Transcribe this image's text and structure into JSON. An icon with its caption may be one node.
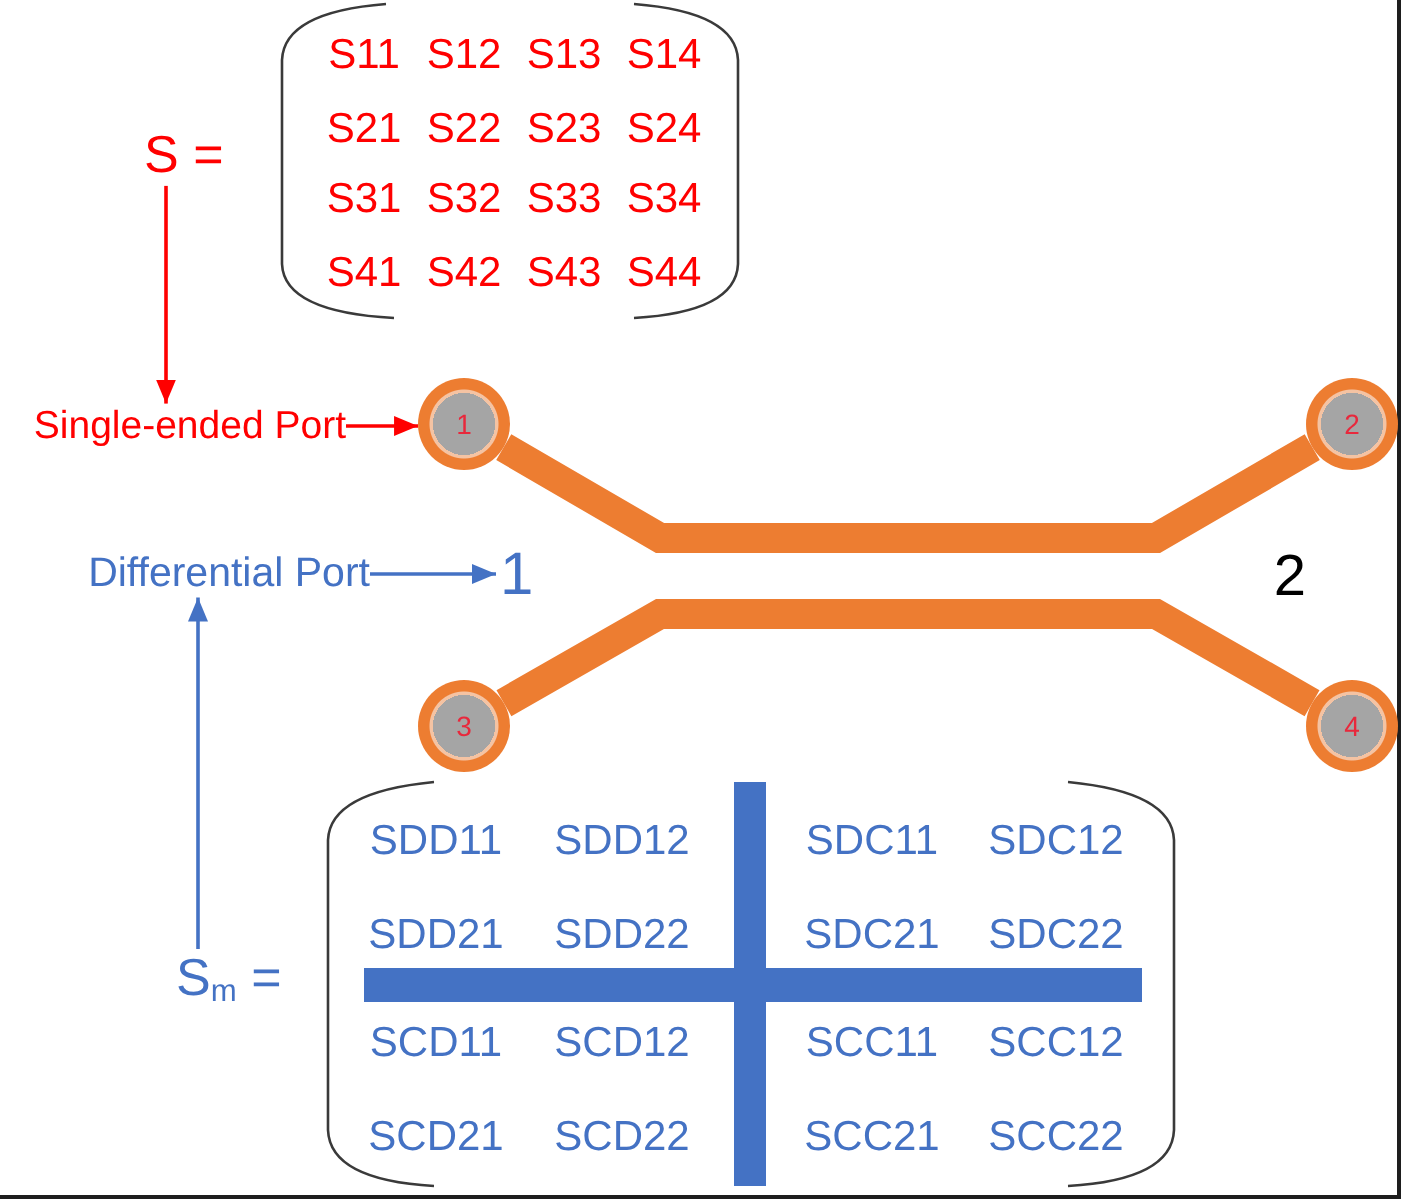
{
  "diagram": {
    "nodes": [
      {
        "text": [
          "S ="
        ]
      },
      {
        "text": [
          "Single-ended Port"
        ]
      },
      {
        "text": [
          "1"
        ]
      },
      {
        "text": [
          "2"
        ]
      },
      {
        "text": [
          "Differential Port"
        ]
      },
      {
        "text": [
          "1"
        ]
      },
      {
        "text": [
          "3"
        ]
      },
      {
        "text": [
          "4"
        ]
      },
      {
        "text": [
          "S$_{m}$ ="
        ]
      }
    ],
    "edges": [
      {
        "from": 0,
        "to": 1,
        "arrow": "to",
        "color": "#ff0000"
      },
      {
        "from": 1,
        "to": 2,
        "arrow": "to",
        "color": "#ff0000"
      },
      {
        "from": 4,
        "to": 5,
        "arrow": "to",
        "color": "#4472c4"
      },
      {
        "from": 8,
        "to": 4,
        "arrow": "to",
        "color": "#4472c4"
      },
      {
        "from": 2,
        "to": 3,
        "arrow": "none",
        "style": "thick",
        "color": "#ed7d31"
      },
      {
        "from": 6,
        "to": 7,
        "arrow": "none",
        "style": "thick",
        "color": "#ed7d31"
      }
    ],
    "labels": [
      "S11",
      "S12",
      "S13",
      "S14",
      "S21",
      "S22",
      "S23",
      "S24",
      "S31",
      "S32",
      "S33",
      "S34",
      "S41",
      "S42",
      "S43",
      "S44",
      "2",
      "SDD11",
      "SDD12",
      "SDC11",
      "SDC12",
      "SDD21",
      "SDD22",
      "SDC21",
      "SDC22",
      "SCD11",
      "SCD12",
      "SCC11",
      "SCC12",
      "SCD21",
      "SCD22",
      "SCC21",
      "SCC22"
    ]
  }
}
